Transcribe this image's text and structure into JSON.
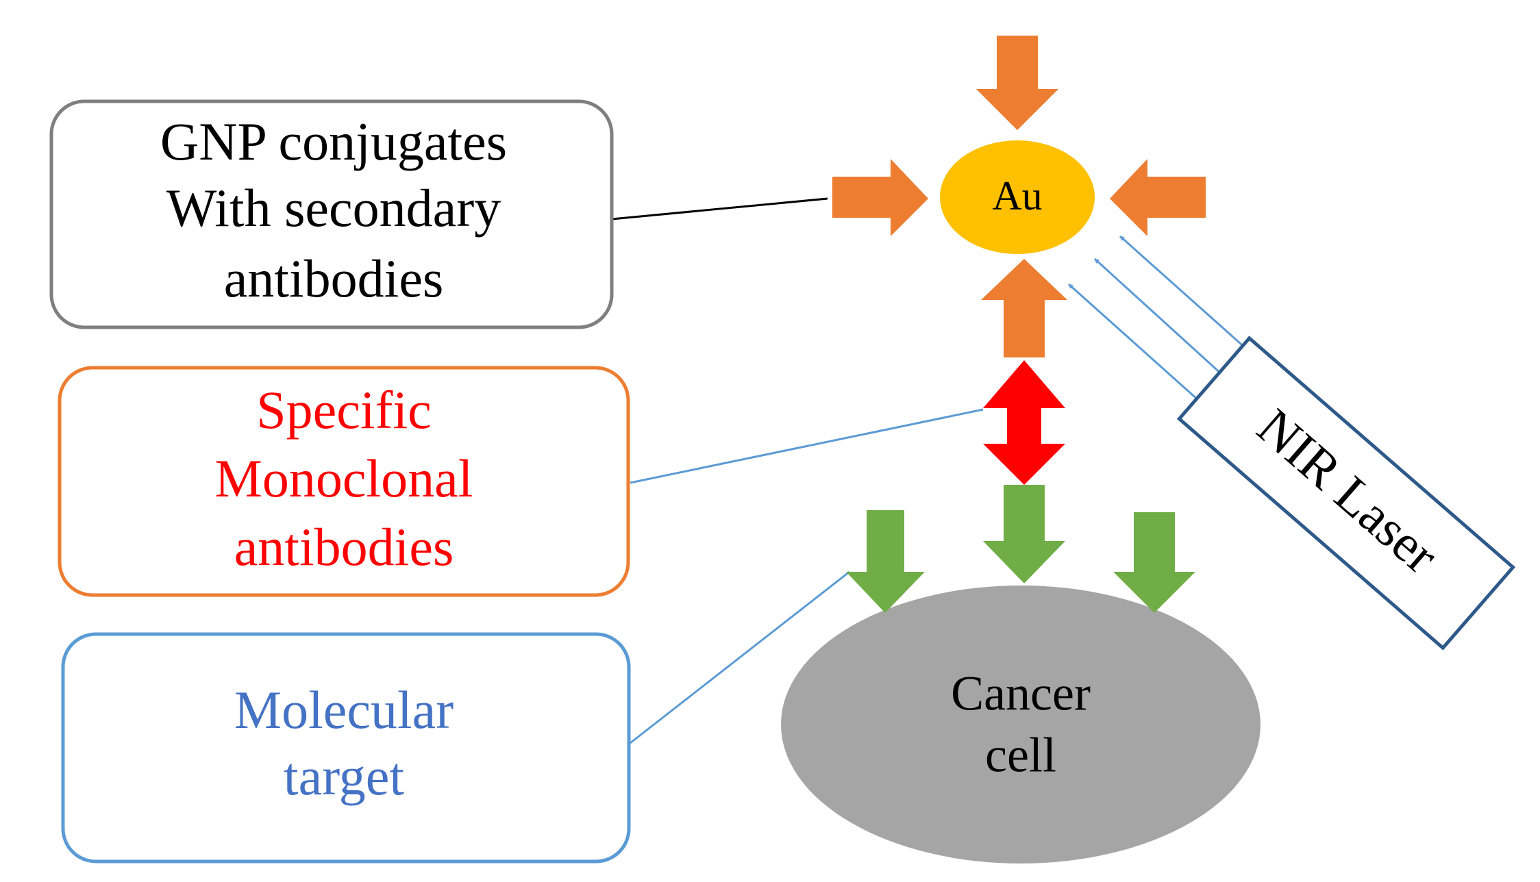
{
  "boxes": {
    "gnp": {
      "lines": [
        "GNP conjugates",
        "With secondary",
        "antibodies"
      ]
    },
    "mono": {
      "lines": [
        "Specific",
        "Monoclonal",
        "antibodies"
      ]
    },
    "target": {
      "lines": [
        "Molecular",
        "target"
      ]
    }
  },
  "nodes": {
    "gold": {
      "label": "Au"
    },
    "cell": {
      "lines": [
        "Cancer",
        "cell"
      ]
    },
    "laser": {
      "label": "NIR Laser"
    }
  },
  "colors": {
    "orange_arrow": "#ED7D31",
    "red_arrow": "#FF0000",
    "green_arrow": "#70AD47",
    "gold_fill": "#FFC000",
    "cell_fill": "#A5A5A5",
    "laser_border": "#2E5A8A",
    "beam": "#5B9BD5",
    "gnp_border": "#7F7F7F",
    "mono_border": "#ED7D31",
    "mono_text": "#FF0000",
    "target_border": "#5B9BD5",
    "target_text": "#4472C4"
  }
}
